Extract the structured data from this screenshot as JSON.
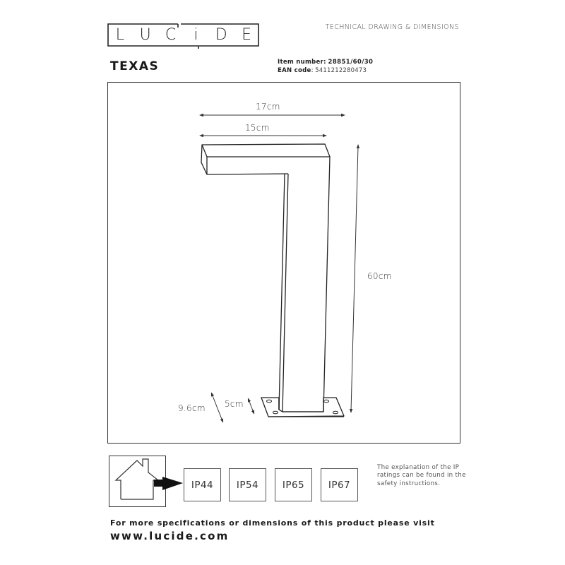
{
  "header": {
    "logo_letters": [
      "L",
      "U",
      "C",
      "i",
      "D",
      "E"
    ],
    "logo_text": "LUCIDE",
    "doc_type": "TECHNICAL DRAWING & DIMENSIONS"
  },
  "product": {
    "name": "TEXAS",
    "item_number_label": "Item number:",
    "item_number": "28851/60/30",
    "ean_label": "EAN code",
    "ean": "5411212280473"
  },
  "dimensions": {
    "overall_width": "17cm",
    "arm_length": "15cm",
    "height": "60cm",
    "base_plate": "9.6cm",
    "pole_width": "5cm"
  },
  "ip_ratings": {
    "icon": "house-icon",
    "options": [
      "IP44",
      "IP54",
      "IP65",
      "IP67"
    ],
    "selected": "IP44",
    "note": "The explanation of the IP ratings can be found in the safety instructions."
  },
  "footer": {
    "text": "For more specifications or dimensions of this product please visit",
    "url": "www.lucide.com"
  }
}
